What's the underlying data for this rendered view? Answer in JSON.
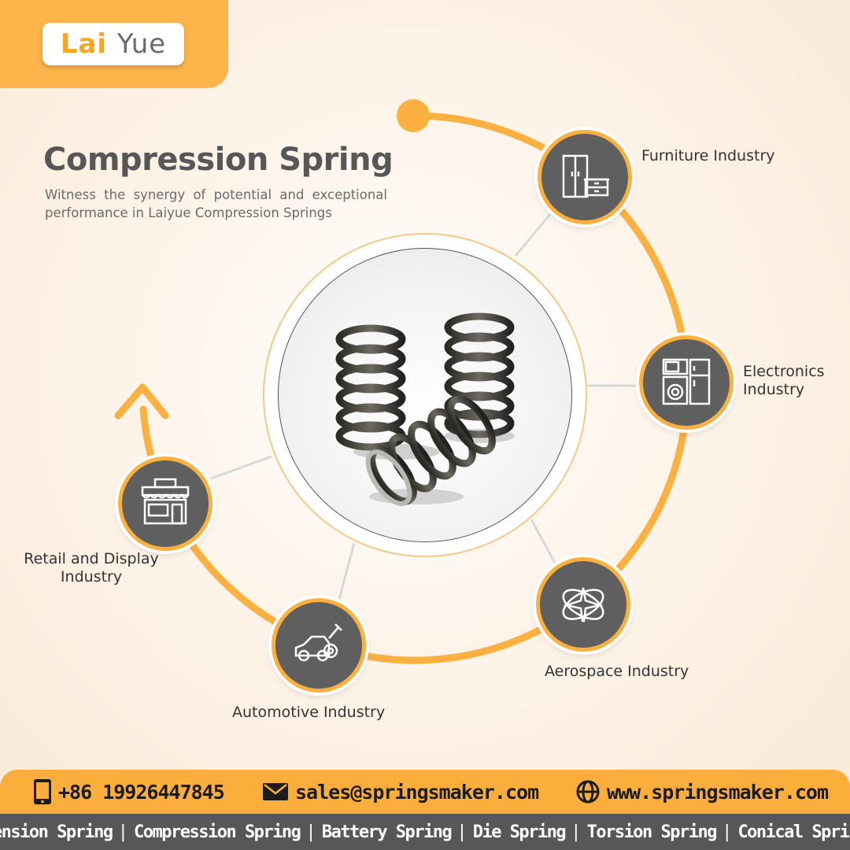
{
  "brand": {
    "logo_part1": "Lai ",
    "logo_part2": "Yue"
  },
  "hero": {
    "title": "Compression Spring",
    "subtitle": "Witness the synergy of potential and exceptional performance in Laiyue Compression Springs"
  },
  "industries": [
    {
      "label": "Furniture Industry",
      "icon": "furniture-icon"
    },
    {
      "label": "Electronics Industry",
      "icon": "appliances-icon"
    },
    {
      "label": "Aerospace Industry",
      "icon": "airplane-globe-icon"
    },
    {
      "label": "Automotive Industry",
      "icon": "car-wrench-icon"
    },
    {
      "label": "Retail and Display Industry",
      "icon": "storefront-icon"
    }
  ],
  "contact": {
    "phone": "+86 19926447845",
    "email": "sales@springsmaker.com",
    "website": "www.springsmaker.com"
  },
  "spring_types": [
    "Tension Spring",
    "Compression Spring",
    "Battery Spring",
    "Die Spring",
    "Torsion Spring",
    "Conical Spring"
  ],
  "colors": {
    "accent": "#fbb040",
    "dark": "#5f5f5f",
    "text": "#575757"
  }
}
